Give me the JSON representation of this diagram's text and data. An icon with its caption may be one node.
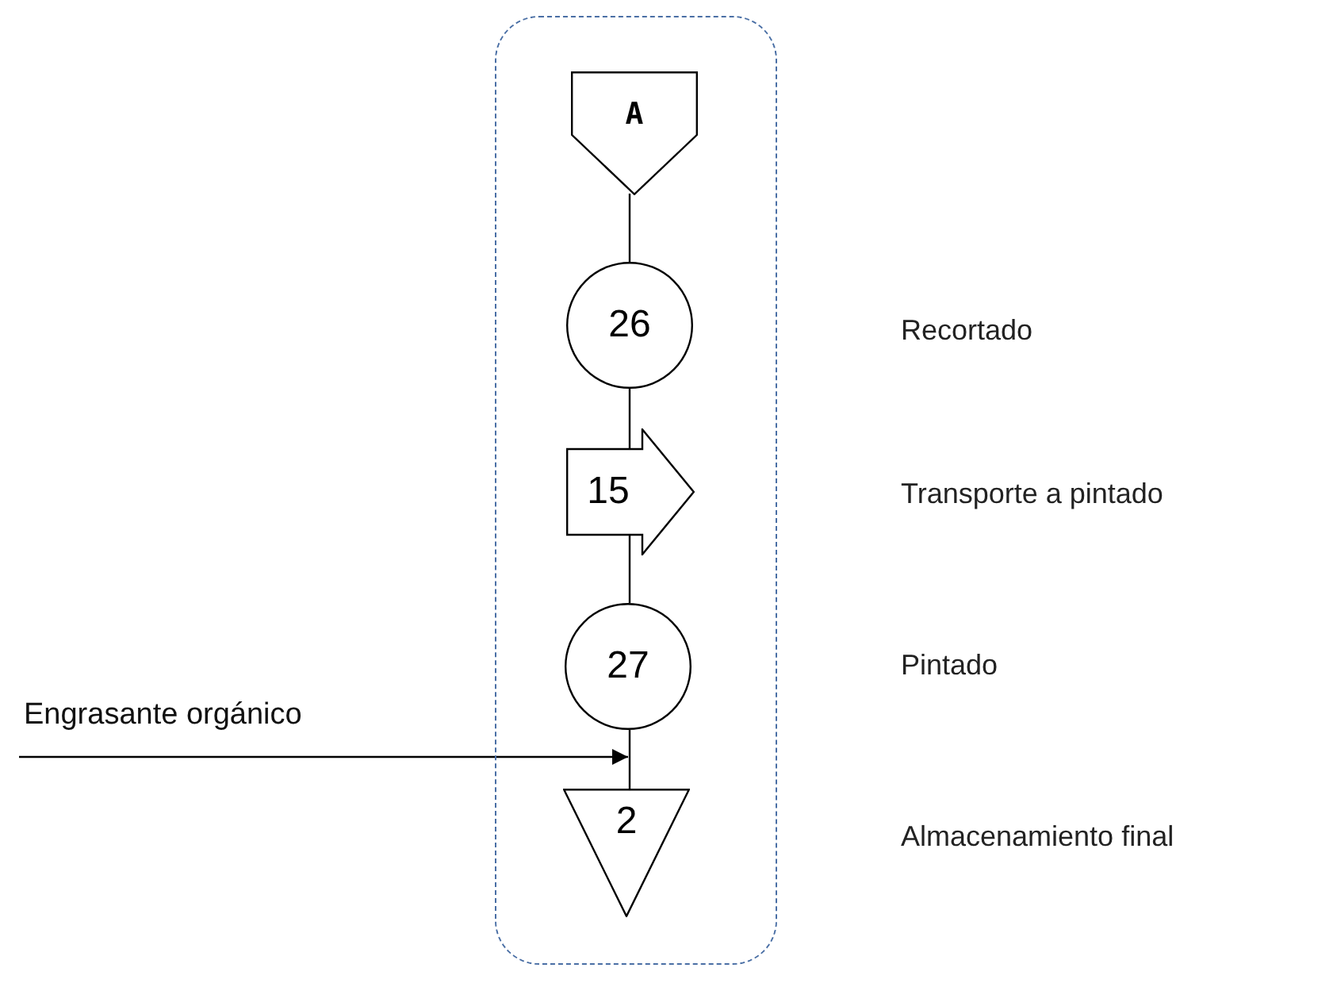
{
  "diagram": {
    "nodes": [
      {
        "text": [],
        "shape": "box"
      },
      {
        "text": [
          "A"
        ],
        "in": 0
      },
      {
        "text": [
          "26"
        ],
        "in": 0
      },
      {
        "text": [
          "15"
        ],
        "in": 0
      },
      {
        "text": [
          "27"
        ],
        "in": 0
      },
      {
        "text": [
          "2"
        ],
        "in": 0
      }
    ],
    "edges": [
      {
        "from": 1,
        "to": 2,
        "arrow": "none"
      },
      {
        "from": 2,
        "to": 3,
        "arrow": "none"
      },
      {
        "from": 3,
        "to": 4,
        "arrow": "none"
      },
      {
        "from": 4,
        "to": 5,
        "arrow": "none"
      },
      {
        "from": null,
        "to": 5,
        "arrow": "to",
        "label": "Engrasante orgánico"
      }
    ],
    "labels": [
      "Recortado",
      "Transporte a pintado",
      "Pintado",
      "Almacenamiento final"
    ]
  }
}
